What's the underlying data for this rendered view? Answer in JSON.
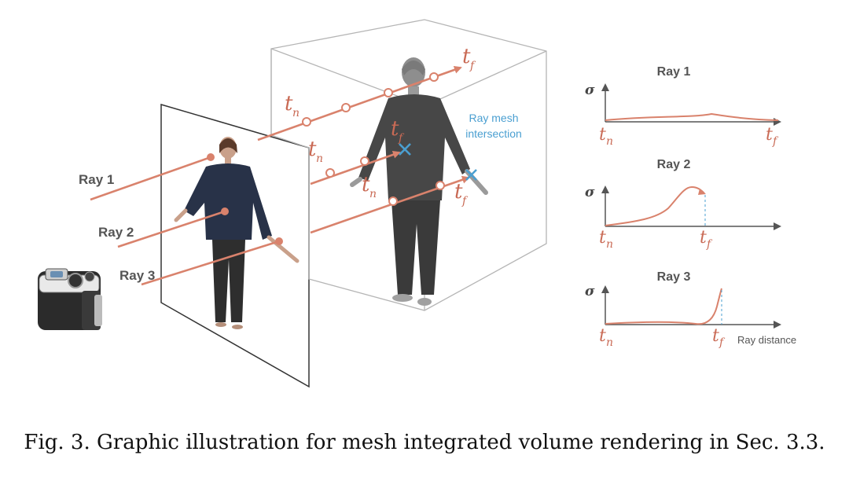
{
  "rays": [
    {
      "label": "Ray 1"
    },
    {
      "label": "Ray 2"
    },
    {
      "label": "Ray 3"
    }
  ],
  "symbols": {
    "t": "t",
    "near_sub": "n",
    "far_sub": "f",
    "sigma": "σ"
  },
  "annotation": {
    "line1": "Ray mesh",
    "line2": "intersection"
  },
  "plots": [
    {
      "title": "Ray 1"
    },
    {
      "title": "Ray 2"
    },
    {
      "title": "Ray 3",
      "xlabel": "Ray distance"
    }
  ],
  "caption": "Fig. 3.  Graphic illustration for mesh integrated volume rendering in Sec. 3.3.",
  "colors": {
    "ray": "#d9826c",
    "intersection": "#4a9fd1",
    "axis": "#555555",
    "box": "#b5b5b5"
  }
}
